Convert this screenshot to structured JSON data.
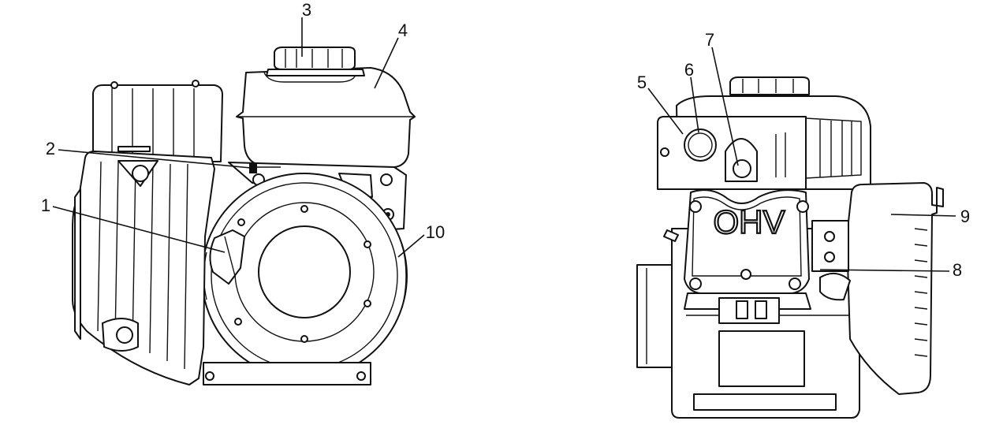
{
  "emblem_text": "OHV",
  "callouts": [
    {
      "id": "1",
      "text": "1"
    },
    {
      "id": "2",
      "text": "2"
    },
    {
      "id": "3",
      "text": "3"
    },
    {
      "id": "4",
      "text": "4"
    },
    {
      "id": "5",
      "text": "5"
    },
    {
      "id": "6",
      "text": "6"
    },
    {
      "id": "7",
      "text": "7"
    },
    {
      "id": "8",
      "text": "8"
    },
    {
      "id": "9",
      "text": "9"
    },
    {
      "id": "10",
      "text": "10"
    }
  ]
}
